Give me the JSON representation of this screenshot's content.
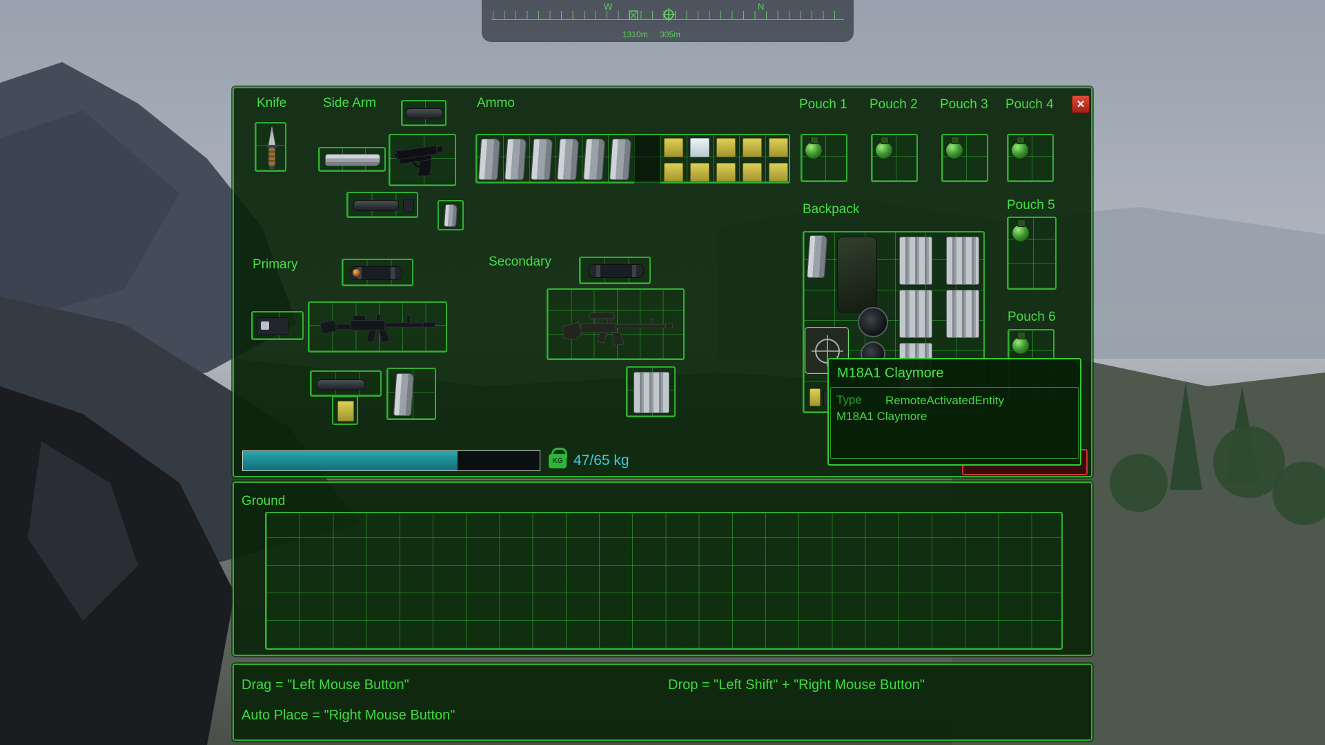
{
  "compass": {
    "west": "W",
    "north": "N",
    "dist_a": "1310m",
    "dist_b": "305m"
  },
  "inventory": {
    "close": "✕",
    "labels": {
      "knife": "Knife",
      "side_arm": "Side Arm",
      "ammo": "Ammo",
      "primary": "Primary",
      "secondary": "Secondary",
      "backpack": "Backpack"
    },
    "pouches": [
      "Pouch 1",
      "Pouch 2",
      "Pouch 3",
      "Pouch 4",
      "Pouch 5",
      "Pouch 6"
    ],
    "weight": {
      "text": "47/65 kg",
      "badge": "KG",
      "fill_style": "width:72.3%"
    }
  },
  "tooltip": {
    "title": "M18A1 Claymore",
    "type_label": "Type",
    "type_value": "RemoteActivatedEntity",
    "item_name": "M18A1 Claymore"
  },
  "ground": {
    "label": "Ground"
  },
  "help": {
    "drag": "Drag = \"Left Mouse Button\"",
    "drop": "Drop = \"Left Shift\" + \"Right Mouse Button\"",
    "auto_place": "Auto Place = \"Right Mouse Button\""
  },
  "colors": {
    "accent": "#35d435",
    "cyan": "#3fc9da",
    "red": "#d23b2f"
  }
}
